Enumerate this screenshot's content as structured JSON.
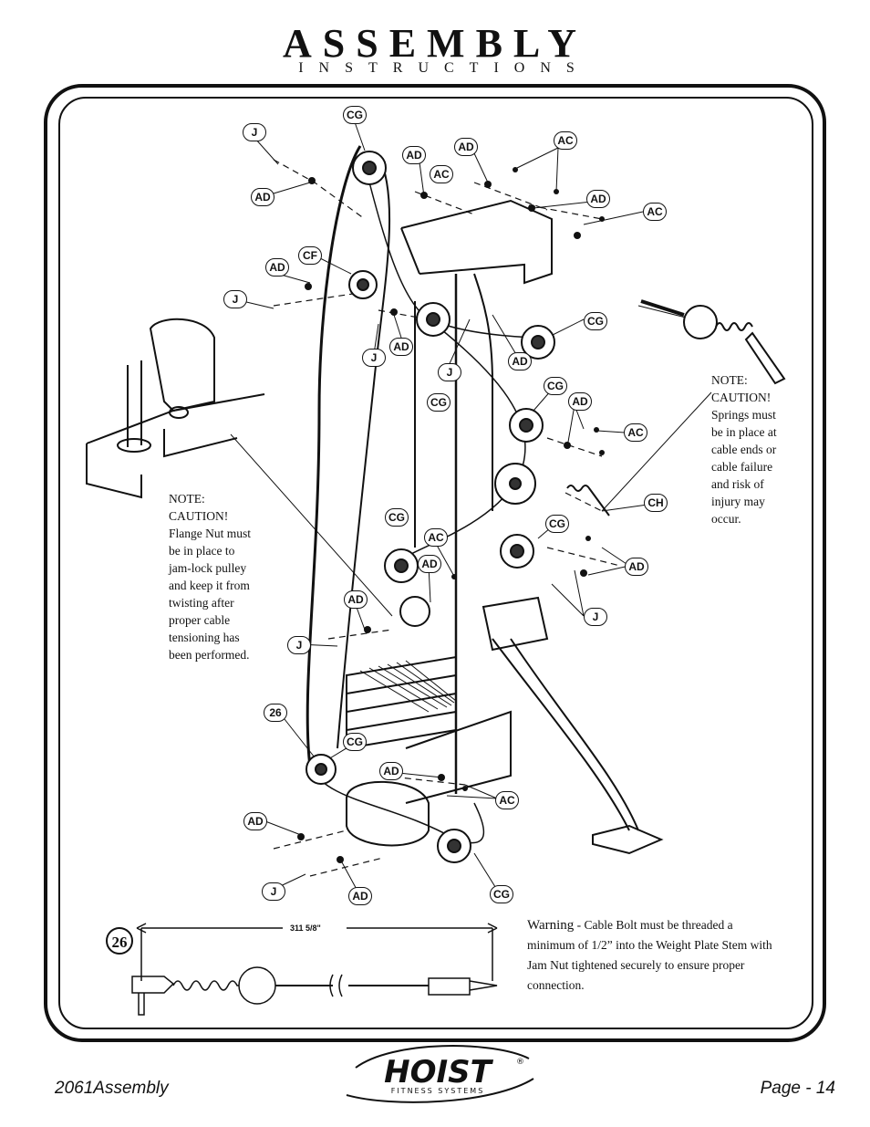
{
  "header": {
    "title": "ASSEMBLY",
    "subtitle": "INSTRUCTIONS"
  },
  "labels": {
    "cg_top": "CG",
    "j_top": "J",
    "ad_1": "AD",
    "ad_2": "AD",
    "ac_1": "AC",
    "ac_top_right": "AC",
    "ad_left_1": "AD",
    "ad_right_1": "AD",
    "ac_far_right": "AC",
    "cf": "CF",
    "ad_left_2": "AD",
    "j_left_1": "J",
    "ad_mid_1": "AD",
    "j_mid_1": "J",
    "cg_right_1": "CG",
    "j_mid_2": "J",
    "ad_mid_2": "AD",
    "cg_mid": "CG",
    "cg_right_2": "CG",
    "ad_right_2": "AD",
    "ac_right": "AC",
    "ch": "CH",
    "cg_lower": "CG",
    "ac_lower": "AC",
    "cg_right_3": "CG",
    "ad_lower": "AD",
    "ad_right_3": "AD",
    "j_right": "J",
    "ad_left_3": "AD",
    "j_left_2": "J",
    "n26": "26",
    "cg_bottom_left": "CG",
    "ad_bottom_mid": "AD",
    "ac_bottom": "AC",
    "ad_bottom_left": "AD",
    "j_bottom": "J",
    "ad_bottom": "AD",
    "cg_bottom_right": "CG"
  },
  "notes": {
    "flange": "NOTE:\nCAUTION!\nFlange Nut must\nbe in place to\njam-lock pulley\nand keep it from\ntwisting after\nproper cable\ntensioning has\nbeen performed.",
    "springs": "NOTE:\nCAUTION!\nSprings must\nbe in place at\ncable ends or\ncable failure\nand risk of\ninjury may\noccur."
  },
  "cable": {
    "step_number": "26",
    "dimension": "311 5/8\"",
    "warning_title": "Warning",
    "warning_text": " - Cable Bolt must be threaded a minimum of 1/2” into the Weight Plate Stem with Jam Nut tightened securely to ensure proper connection."
  },
  "footer": {
    "left": "2061Assembly",
    "right": "Page - 14",
    "logo_text": "HOIST",
    "logo_registered": "®",
    "logo_tagline": "FITNESS SYSTEMS"
  }
}
